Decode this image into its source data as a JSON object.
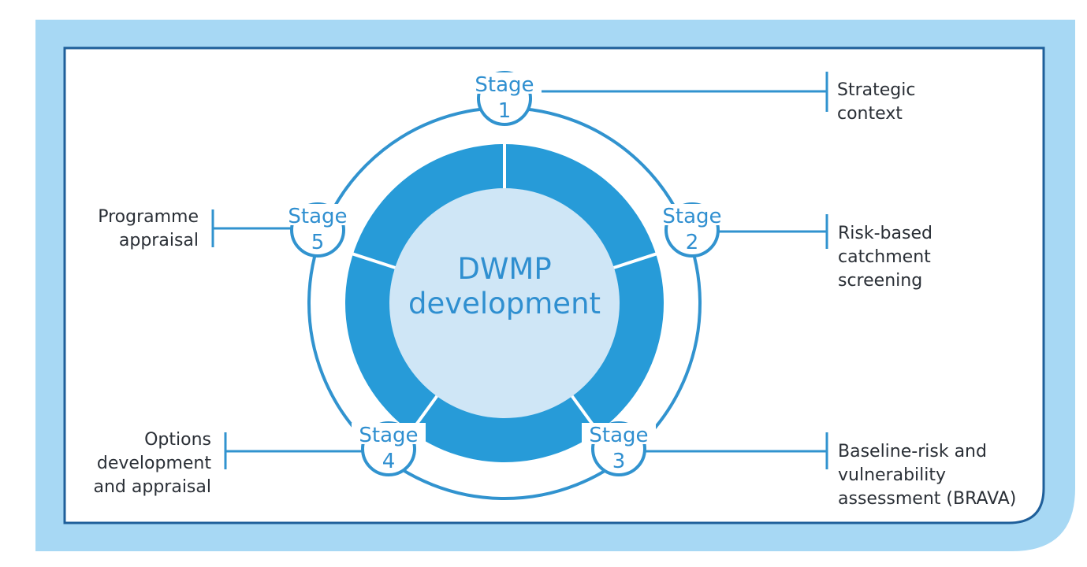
{
  "center_label": [
    "DWMP",
    "development"
  ],
  "colors": {
    "outer_band": "#a7d8f4",
    "frame_border": "#1f5f9a",
    "ring_line": "#3193cf",
    "wheel_fill": "#279bd8",
    "center_fill": "#cfe6f6",
    "text_dark": "#2a2f36",
    "stage_text": "#2f8fd0"
  },
  "stages": [
    {
      "id": "1",
      "title": "Stage",
      "number": "1",
      "description_lines": [
        "Strategic",
        "context"
      ]
    },
    {
      "id": "2",
      "title": "Stage",
      "number": "2",
      "description_lines": [
        "Risk-based",
        "catchment",
        "screening"
      ]
    },
    {
      "id": "3",
      "title": "Stage",
      "number": "3",
      "description_lines": [
        "Baseline-risk and",
        "vulnerability",
        "assessment (BRAVA)"
      ]
    },
    {
      "id": "4",
      "title": "Stage",
      "number": "4",
      "description_lines": [
        "Options",
        "development",
        "and appraisal"
      ]
    },
    {
      "id": "5",
      "title": "Stage",
      "number": "5",
      "description_lines": [
        "Programme",
        "appraisal"
      ]
    }
  ]
}
